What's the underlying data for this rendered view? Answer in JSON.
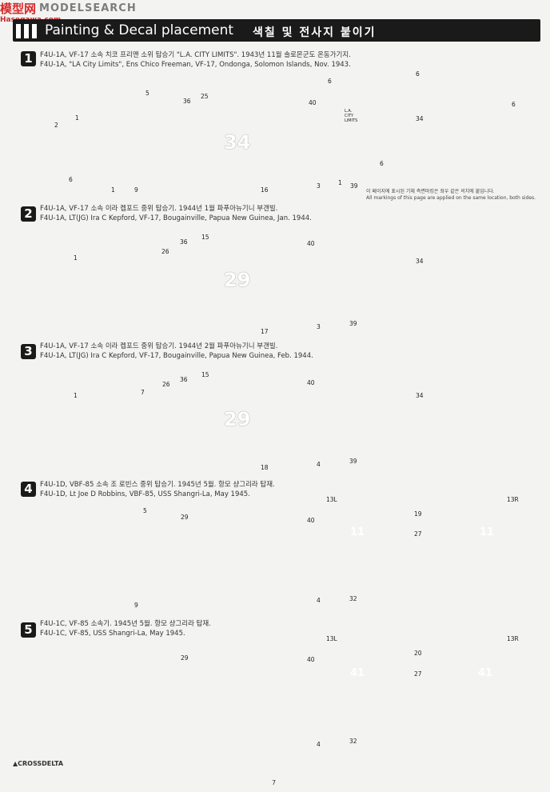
{
  "watermark": {
    "chinese": "模型网",
    "english": "MODELSEARCH",
    "url": "Hasegawa.com"
  },
  "header": {
    "title": "Painting & Decal placement",
    "korean_title": "색칠 및 전사지 붙이기"
  },
  "note": {
    "korean": "이 페이지에 표시된 기체 측면마킹은 좌우 같은 의치에 붙입니다.",
    "english": "All markings of this page are applied on the same location, both sides."
  },
  "sections": [
    {
      "number": "1",
      "caption_ko": "F4U-1A, VF-17 소속 치코 프리맨 소위 탑승기 \"L.A. CITY LIMITS\". 1943년 11월 솔로몬군도 온동가기지.",
      "caption_en": "F4U-1A, \"LA City Limits\", Ens Chico Freeman, VF-17, Ondonga, Solomon Islands, Nov. 1943.",
      "aircraft_code": "34",
      "callouts": {
        "c1": "1",
        "c2": "2",
        "c3": "3",
        "c5": "5",
        "c6": "6",
        "c9": "9",
        "c16": "16",
        "c25": "25",
        "c34": "34",
        "c36": "36",
        "c39": "39",
        "c40": "40"
      },
      "tail_text": "L.A. CITY LIMITS"
    },
    {
      "number": "2",
      "caption_ko": "F4U-1A, VF-17 소속 이라 켑포드 중위 탑승기. 1944년 1월 파푸아뉴기니 부갠빌.",
      "caption_en": "F4U-1A, LT(JG) Ira C Kepford, VF-17, Bougainville, Papua New Guinea, Jan. 1944.",
      "aircraft_code": "29",
      "callouts": {
        "c1": "1",
        "c3": "3",
        "c15": "15",
        "c17": "17",
        "c26": "26",
        "c34": "34",
        "c36": "36",
        "c39": "39",
        "c40": "40"
      }
    },
    {
      "number": "3",
      "caption_ko": "F4U-1A, VF-17 소속 이라 켑포드 중위 탑승기. 1944년 2월 파푸아뉴기니 부갠빌.",
      "caption_en": "F4U-1A, LT(JG) Ira C Kepford, VF-17, Bougainville, Papua New Guinea, Feb. 1944.",
      "aircraft_code": "29",
      "callouts": {
        "c1": "1",
        "c4": "4",
        "c7": "7",
        "c15": "15",
        "c18": "18",
        "c26": "26",
        "c34": "34",
        "c36": "36",
        "c39": "39",
        "c40": "40"
      }
    },
    {
      "number": "4",
      "caption_ko": "F4U-1D, VBF-85 소속 조 로빈스 중위 탑승기. 1945년 5월. 항모 샹그리라 탑재.",
      "caption_en": "F4U-1D, Lt Joe D Robbins, VBF-85, USS Shangri-La, May 1945.",
      "aircraft_code": "11",
      "callouts": {
        "c4": "4",
        "c5": "5",
        "c9": "9",
        "c13l": "13L",
        "c13r": "13R",
        "c19": "19",
        "c27": "27",
        "c29": "29",
        "c32": "32",
        "c40": "40"
      }
    },
    {
      "number": "5",
      "caption_ko": "F4U-1C, VF-85 소속기. 1945년 5월. 항모 샹그리라 탑재.",
      "caption_en": "F4U-1C, VF-85, USS Shangri-La, May 1945.",
      "aircraft_code": "41",
      "callouts": {
        "c4": "4",
        "c13l": "13L",
        "c13r": "13R",
        "c20": "20",
        "c27": "27",
        "c29": "29",
        "c32": "32",
        "c40": "40"
      }
    }
  ],
  "footer": {
    "brand": "▲CROSSDELTA",
    "page": "7"
  },
  "colors": {
    "header_bg": "#1a1a1a",
    "aircraft_gray": "#c9c9c9",
    "insignia_dark": "#222222"
  }
}
